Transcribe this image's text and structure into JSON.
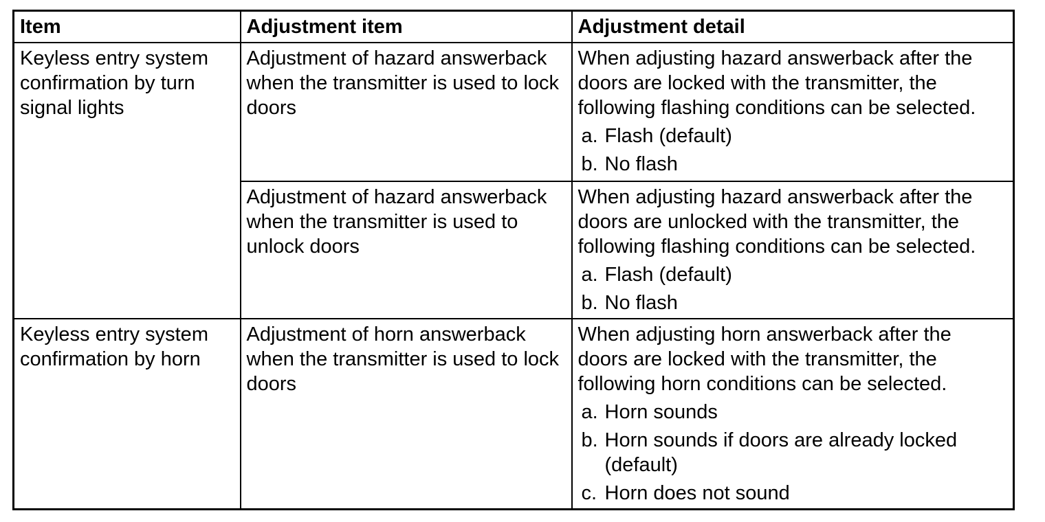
{
  "page": {
    "background_color": "#ffffff",
    "text_color": "#000000",
    "border_color": "#000000"
  },
  "table": {
    "headers": [
      {
        "label": "Item"
      },
      {
        "label": "Adjustment item"
      },
      {
        "label": "Adjustment detail"
      }
    ],
    "rows": [
      {
        "item": "Keyless entry system confirmation by turn signal lights",
        "adjustment_item": "Adjustment of hazard answerback when the transmitter is used to lock doors",
        "detail": {
          "text": "When adjusting hazard answerback after the doors are locked with the transmitter, the following flashing conditions can be selected.",
          "options": [
            {
              "marker": "a.",
              "text": "Flash (default)"
            },
            {
              "marker": "b.",
              "text": "No flash"
            }
          ]
        }
      },
      {
        "adjustment_item": "Adjustment of hazard answerback when the transmitter is used to unlock doors",
        "detail": {
          "text": "When adjusting hazard answerback after the doors are unlocked with the transmitter, the following flashing conditions can be selected.",
          "options": [
            {
              "marker": "a.",
              "text": "Flash (default)"
            },
            {
              "marker": "b.",
              "text": "No flash"
            }
          ]
        }
      },
      {
        "item": "Keyless entry system confirmation by horn",
        "adjustment_item": "Adjustment of horn answerback when the transmitter is used to lock doors",
        "detail": {
          "text": "When adjusting horn answerback after the doors are locked with the transmitter, the following horn conditions can be selected.",
          "options": [
            {
              "marker": "a.",
              "text": "Horn sounds"
            },
            {
              "marker": "b.",
              "text": "Horn sounds if doors are already locked (default)"
            },
            {
              "marker": "c.",
              "text": "Horn does not sound"
            }
          ]
        }
      }
    ]
  }
}
